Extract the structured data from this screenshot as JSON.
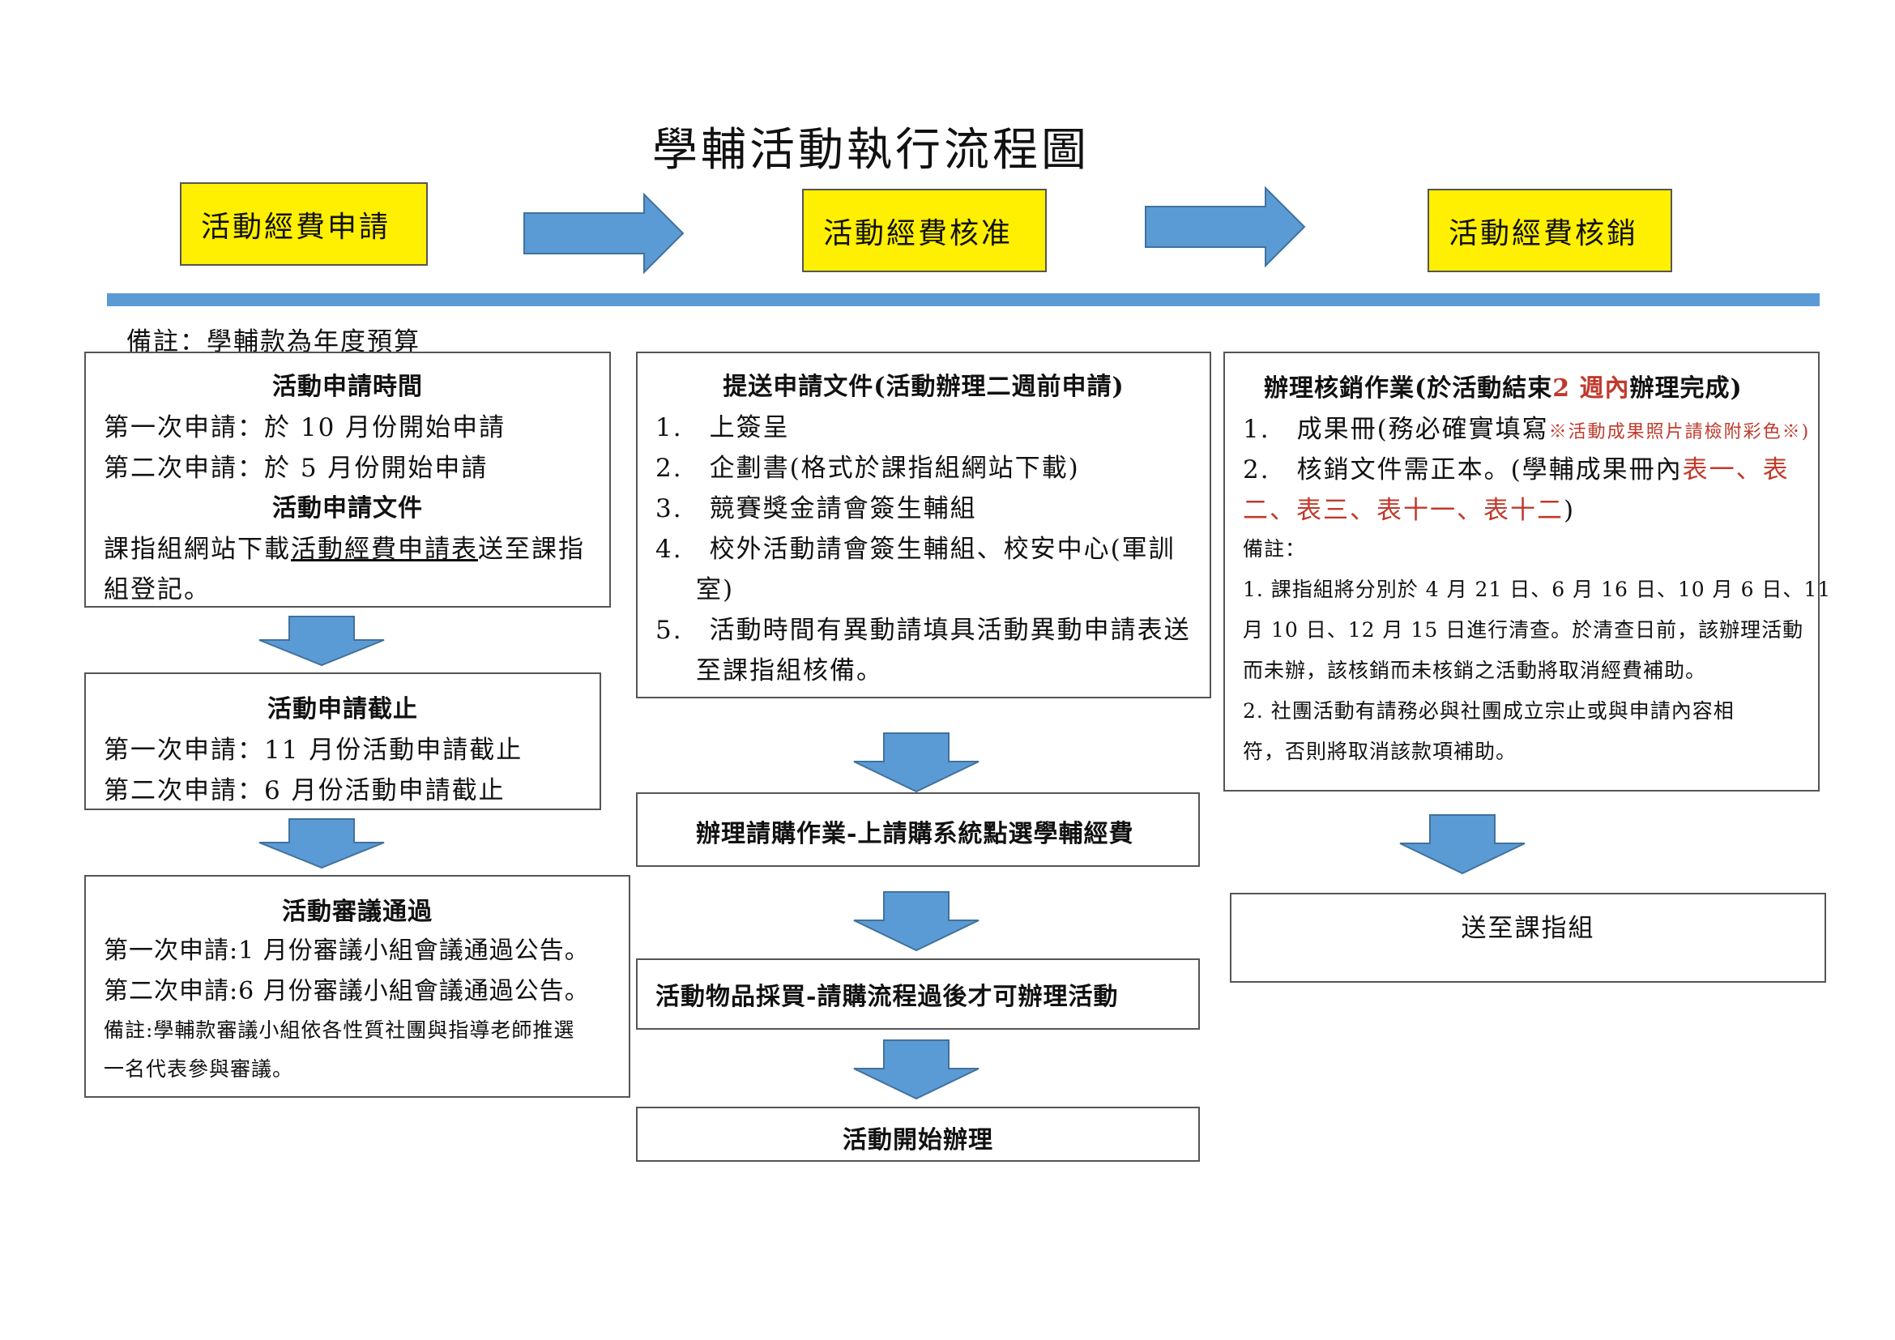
{
  "title": "學輔活動執行流程圖",
  "colors": {
    "stage_fill": "#ffef00",
    "arrow_fill": "#5b9bd5",
    "arrow_stroke": "#41719c",
    "highlight": "#c0392b"
  },
  "stages": [
    "活動經費申請",
    "活動經費核准",
    "活動經費核銷"
  ],
  "top_note": "備註：學輔款為年度預算",
  "col1": {
    "box1": {
      "heading1": "活動申請時間",
      "line1": "第一次申請：於 10 月份開始申請",
      "line2": "第二次申請：於 5 月份開始申請",
      "heading2": "活動申請文件",
      "line3_pre": "課指組網站下載",
      "line3_link": "活動經費申請表",
      "line3_post": "送至課指",
      "line4": "組登記。"
    },
    "box2": {
      "heading": "活動申請截止",
      "line1": "第一次申請：11 月份活動申請截止",
      "line2": "第二次申請：6 月份活動申請截止"
    },
    "box3": {
      "heading": "活動審議通過",
      "line1": "第一次申請:1 月份審議小組會議通過公告。",
      "line2": "第二次申請:6 月份審議小組會議通過公告。",
      "note1": "備註:學輔款審議小組依各性質社團與指導老師推選",
      "note2": "一名代表參與審議。"
    }
  },
  "col2": {
    "box1": {
      "heading": "提送申請文件(活動辦理二週前申請)",
      "items": [
        "1.　上簽呈",
        "2.　企劃書(格式於課指組網站下載)",
        "3.　競賽獎金請會簽生輔組",
        "4.　校外活動請會簽生輔組、校安中心(軍訓",
        "室)",
        "5.　活動時間有異動請填具活動異動申請表送",
        "至課指組核備。"
      ]
    },
    "box2": "辦理請購作業-上請購系統點選學輔經費",
    "box3": "活動物品採買-請購流程過後才可辦理活動",
    "box4": "活動開始辦理"
  },
  "col3": {
    "box1": {
      "heading_pre": "辦理核銷作業(於活動結束",
      "heading_red": "2 週內",
      "heading_post": "辦理完成)",
      "item1_pre": "1.　成果冊(務必確實填寫",
      "item1_red": "※活動成果照片請檢附彩色※)",
      "item2_pre": "2.　核銷文件需正本。(學輔成果冊內",
      "item2_red1": "表一、表",
      "item2_red2": "二、表三、表十一、表十二",
      "item2_post": ")",
      "note_label": "備註：",
      "notes": [
        "1. 課指組將分別於 4 月 21 日、6 月 16 日、10 月 6 日、11",
        "月 10 日、12 月 15 日進行清查。於清查日前，該辦理活動",
        "而未辦，該核銷而未核銷之活動將取消經費補助。",
        "2. 社團活動有請務必與社團成立宗止或與申請內容相",
        "符，否則將取消該款項補助。"
      ]
    },
    "box2": "送至課指組"
  }
}
